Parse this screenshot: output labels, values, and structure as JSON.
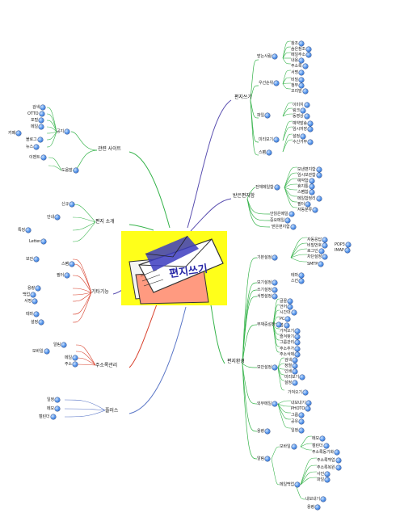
{
  "center": {
    "title": "편지쓰기"
  },
  "colors": {
    "purple": "#5a4fb0",
    "green": "#35b34a",
    "red": "#d8402c",
    "blue": "#5b77c7",
    "center_bg": "#ffff1a"
  },
  "branches": {
    "compose": "편지쓰기",
    "receive": "받은편지함",
    "options": "편지환경",
    "sites": "관련 사이트",
    "intro": "편지 소개",
    "other": "기타기능",
    "address": "주소록관리",
    "plus": "플러스"
  },
  "leaves": {
    "n1": "참조",
    "n2": "숨은참조",
    "n3": "받는사람",
    "n4": "메일주소",
    "n5": "내용",
    "n6": "주소록",
    "n7": "서명",
    "n8": "비밀",
    "n9": "첨부",
    "n10": "우선순위",
    "n11": "꼬리말",
    "n12": "파일",
    "n13": "이미지",
    "n14": "링크",
    "n15": "동영상",
    "n16": "미리보기",
    "n17": "예약발송",
    "n18": "임시저장",
    "n19": "스팸",
    "n20": "설정",
    "n21": "수신거부",
    "n22": "전체메일함",
    "n23": "안읽은메일",
    "n24": "중요메일",
    "n25": "받은편지함",
    "n26": "보낸편지함",
    "n27": "임시보관함",
    "n28": "예약함",
    "n29": "휴지통",
    "n30": "스팸함",
    "n31": "메일함정리",
    "n32": "필터",
    "n33": "자동분류",
    "n34": "기본설정",
    "n35": "보기설정",
    "n36": "쓰기설정",
    "n37": "서명설정",
    "n38": "부재중설정",
    "n39": "자동응답",
    "n40": "보안설정",
    "n41": "비밀번호",
    "n42": "로그인",
    "n43": "차단설정",
    "n44": "외부메일",
    "n45": "POP3",
    "n46": "IMAP",
    "n47": "SMTP",
    "n48": "용량",
    "n49": "테마",
    "n50": "스킨",
    "n51": "글꼴",
    "n52": "언어",
    "n53": "시간대",
    "n54": "알림",
    "n55": "모바일",
    "n56": "PC",
    "n57": "앱",
    "n58": "메일백업",
    "n59": "내보내기",
    "n60": "가져오기",
    "n61": "즐겨찾기",
    "n62": "그룹관리",
    "n63": "주소추가",
    "n64": "주소삭제",
    "n65": "검색",
    "n66": "정렬",
    "n67": "인쇄",
    "n68": "미리보기",
    "n69": "설정",
    "n70": "가져오기",
    "n71": "PHOTO",
    "n72": "내보내기",
    "n73": "그룹",
    "n74": "공유",
    "n75": "일정",
    "n76": "메모",
    "n77": "캘린더",
    "n78": "주소록동기화",
    "n79": "주소록백업",
    "n80": "주소록복원",
    "n81": "사진",
    "n82": "파일",
    "n83": "용량",
    "s1": "검색",
    "s2": "OTTO",
    "s3": "포털",
    "s4": "메일",
    "s5": "카페",
    "s6": "블로그",
    "s7": "뉴스",
    "s8": "공지",
    "s9": "도움말",
    "s10": "이벤트",
    "i1": "신규",
    "i2": "안내",
    "i3": "특징",
    "i4": "Letter",
    "o1": "보안",
    "o2": "스팸",
    "o3": "필터",
    "o4": "용량",
    "o5": "백업",
    "o6": "서명",
    "o7": "테마",
    "o8": "설정",
    "p1": "알림",
    "p2": "모바일",
    "p3": "메일",
    "p4": "주소",
    "p5": "일정",
    "p6": "메모",
    "p7": "캘린더"
  }
}
